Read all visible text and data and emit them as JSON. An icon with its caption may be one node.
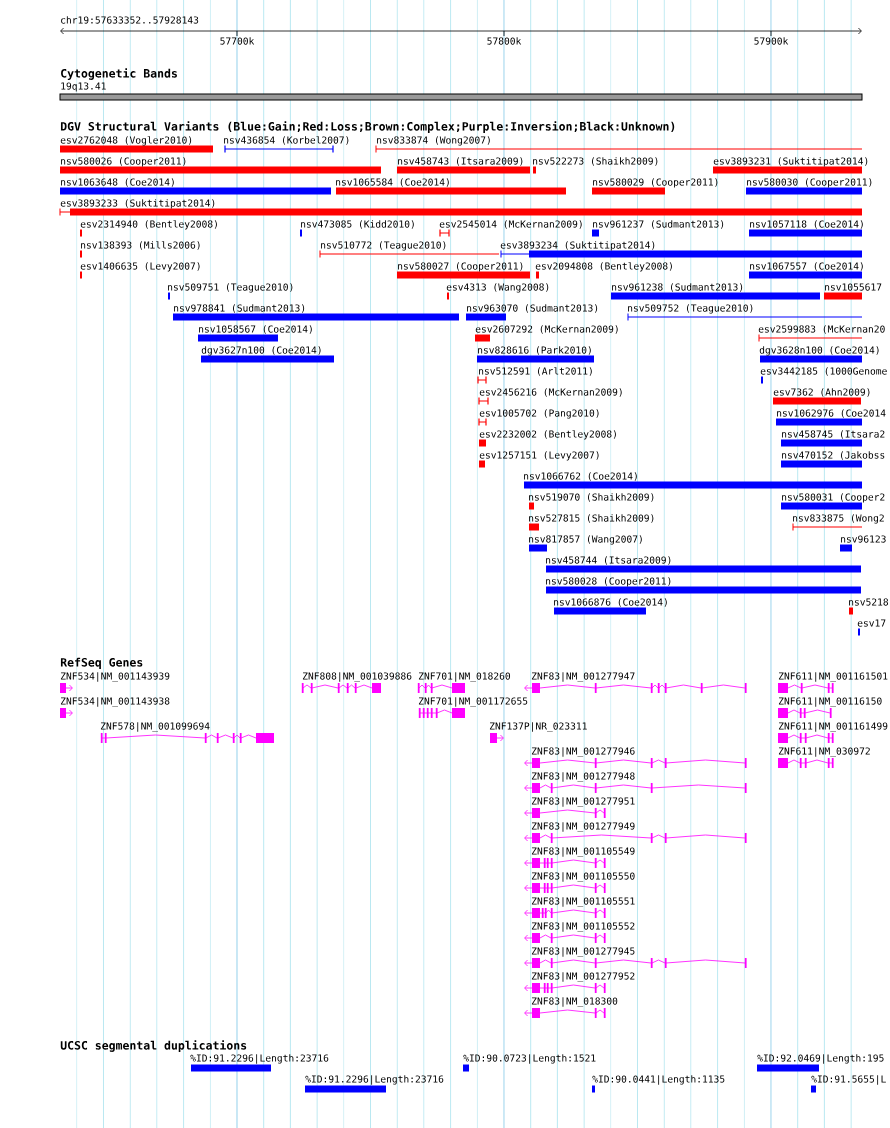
{
  "diagram": {
    "labels": [
      "chr19:57633352..57928143",
      "57700k",
      "57800k",
      "57900k",
      "Cytogenetic Bands",
      "19q13.41",
      "DGV Structural Variants (Blue:Gain;Red:Loss;Brown:Complex;Purple:Inversion;Black:Unknown)",
      "esv2762048 (Vogler2010)",
      "nsv436854 (Korbel2007)",
      "nsv833874 (Wong2007)",
      "nsv580026 (Cooper2011)",
      "nsv458743 (Itsara2009)",
      "nsv522273 (Shaikh2009)",
      "esv3893231 (Suktitipat2014)",
      "nsv1063648 (Coe2014)",
      "nsv1065584 (Coe2014)",
      "nsv580029 (Cooper2011)",
      "nsv580030 (Cooper2011)",
      "esv3893233 (Suktitipat2014)",
      "esv2314940 (Bentley2008)",
      "nsv473085 (Kidd2010)",
      "esv2545014 (McKernan2009)",
      "nsv961237 (Sudmant2013)",
      "nsv1057118 (Coe2014)",
      "nsv138393 (Mills2006)",
      "nsv510772 (Teague2010)",
      "esv3893234 (Suktitipat2014)",
      "esv1406635 (Levy2007)",
      "nsv580027 (Cooper2011)",
      "esv2094808 (Bentley2008)",
      "nsv1067557 (Coe2014)",
      "nsv509751 (Teague2010)",
      "esv4313 (Wang2008)",
      "nsv961238 (Sudmant2013)",
      "nsv1055617",
      "nsv978841 (Sudmant2013)",
      "nsv963070 (Sudmant2013)",
      "nsv509752 (Teague2010)",
      "nsv1058567 (Coe2014)",
      "esv2607292 (McKernan2009)",
      "esv2599883 (McKernan20",
      "dgv3627n100 (Coe2014)",
      "nsv828616 (Park2010)",
      "dgv3628n100 (Coe2014)",
      "nsv512591 (Arlt2011)",
      "esv3442185 (1000Genome",
      "esv2456216 (McKernan2009)",
      "esv7362 (Ahn2009)",
      "esv1005702 (Pang2010)",
      "nsv1062976 (Coe2014",
      "esv2232002 (Bentley2008)",
      "nsv458745 (Itsara2",
      "esv1257151 (Levy2007)",
      "nsv470152 (Jakobss",
      "nsv1066762 (Coe2014)",
      "nsv519070 (Shaikh2009)",
      "nsv580031 (Cooper2",
      "nsv527815 (Shaikh2009)",
      "nsv833875 (Wong2",
      "nsv817857 (Wang2007)",
      "nsv96123",
      "nsv458744 (Itsara2009)",
      "nsv580028 (Cooper2011)",
      "nsv1066876 (Coe2014)",
      "nsv5218",
      "esv17",
      "RefSeq Genes",
      "ZNF534|NM_001143939",
      "ZNF808|NM_001039886",
      "ZNF701|NM_018260",
      "ZNF83|NM_001277947",
      "ZNF611|NM_001161501",
      "ZNF534|NM_001143938",
      "ZNF701|NM_001172655",
      "ZNF611|NM_00116150",
      "ZNF578|NM_001099694",
      "ZNF137P|NR_023311",
      "ZNF611|NM_001161499",
      "ZNF83|NM_001277946",
      "ZNF611|NM_030972",
      "ZNF83|NM_001277948",
      "ZNF83|NM_001277951",
      "ZNF83|NM_001277949",
      "ZNF83|NM_001105549",
      "ZNF83|NM_001105550",
      "ZNF83|NM_001105551",
      "ZNF83|NM_001105552",
      "ZNF83|NM_001277945",
      "ZNF83|NM_001277952",
      "ZNF83|NM_018300",
      "UCSC segmental duplications",
      "%ID:91.2296|Length:23716",
      "%ID:90.0723|Length:1521",
      "%ID:92.0469|Length:195",
      "%ID:91.2296|Length:23716",
      "%ID:90.0441|Length:1135",
      "%ID:91.5655|L"
    ]
  }
}
